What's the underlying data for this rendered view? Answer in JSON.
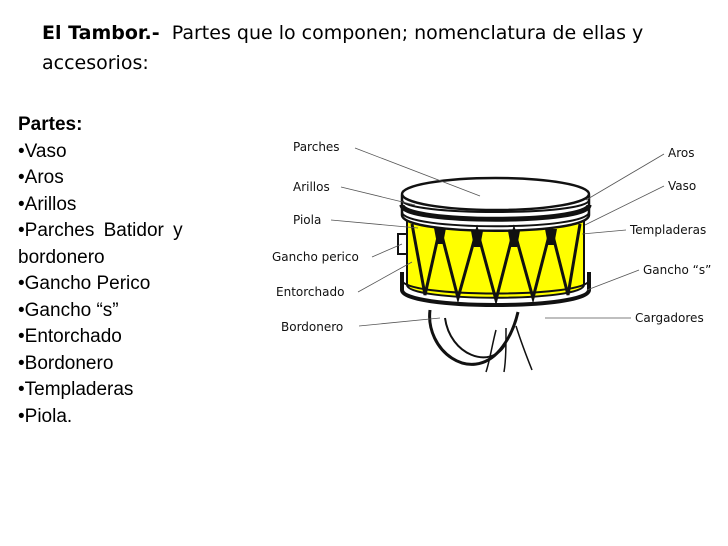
{
  "title": {
    "bold": "El Tambor.-",
    "rest": "Partes que lo componen; nomenclatura de ellas y accesorios:"
  },
  "parts": {
    "heading": "Partes:",
    "items": [
      "•Vaso",
      "•Aros",
      "•Arillos",
      "•Parches Batidor y bordonero",
      "•Gancho Perico",
      "•Gancho “s”",
      "•Entorchado",
      "•Bordonero",
      "•Templaderas",
      "•Piola."
    ]
  },
  "diagram": {
    "labels": {
      "parches": "Parches",
      "arillos": "Arillos",
      "piola": "Piola",
      "gancho_perico": "Gancho perico",
      "entorchado": "Entorchado",
      "bordonero": "Bordonero",
      "aros": "Aros",
      "vaso": "Vaso",
      "templaderas": "Templaderas",
      "gancho_s": "Gancho “s”",
      "cargadores": "Cargadores"
    },
    "colors": {
      "shell": "#ffff00",
      "line": "#111111"
    }
  }
}
